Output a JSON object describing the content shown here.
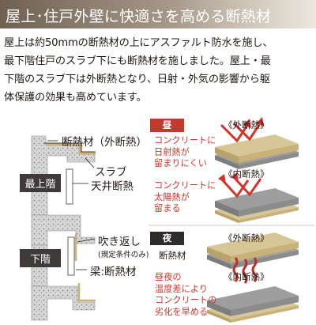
{
  "title": "屋上･住戸外壁に快適さを高める断熱材",
  "description_lines": [
    "屋上は約50mmの断熱材の上にアスファルト防水を施し、",
    "最下階住戸のスラブ下にも断熱材を施しました。屋上・最",
    "下階のスラブ下は外断熱となり、日射・外気の影響から躯",
    "体保護の効果も高めています。"
  ],
  "section": {
    "labels": {
      "outer_insulation": "断熱材（外断熱）",
      "slab": "スラブ",
      "ceiling_insulation": "天井断熱",
      "top_floor": "最上階",
      "bottom_floor": "下階",
      "spandrel": "吹き返し",
      "spandrel_note": "(規定条件のみ)",
      "beam_insulation": "梁:断熱材"
    }
  },
  "comparison": {
    "day": {
      "tag": "昼",
      "panels": [
        {
          "caption": "《外断熱》",
          "note_lines": [
            "コンクリートに",
            "日射熱が",
            "留まりにくい"
          ]
        },
        {
          "caption": "《内断熱》",
          "note_lines": [
            "コンクリートに",
            "太陽熱が",
            "留まる"
          ]
        }
      ]
    },
    "night": {
      "tag": "夜",
      "panels": [
        {
          "caption": "《外断熱》",
          "side_label": "断熱材"
        },
        {
          "caption": "《内断熱》",
          "note_lines": [
            "昼夜の",
            "温度差により",
            "コンクリートの",
            "劣化を早める"
          ]
        }
      ]
    }
  },
  "colors": {
    "accent_red": "#d2332a",
    "insulation_gold": "#c8b27a",
    "concrete_gray": "#9e9e9e",
    "title_brown": "#6f6052"
  }
}
